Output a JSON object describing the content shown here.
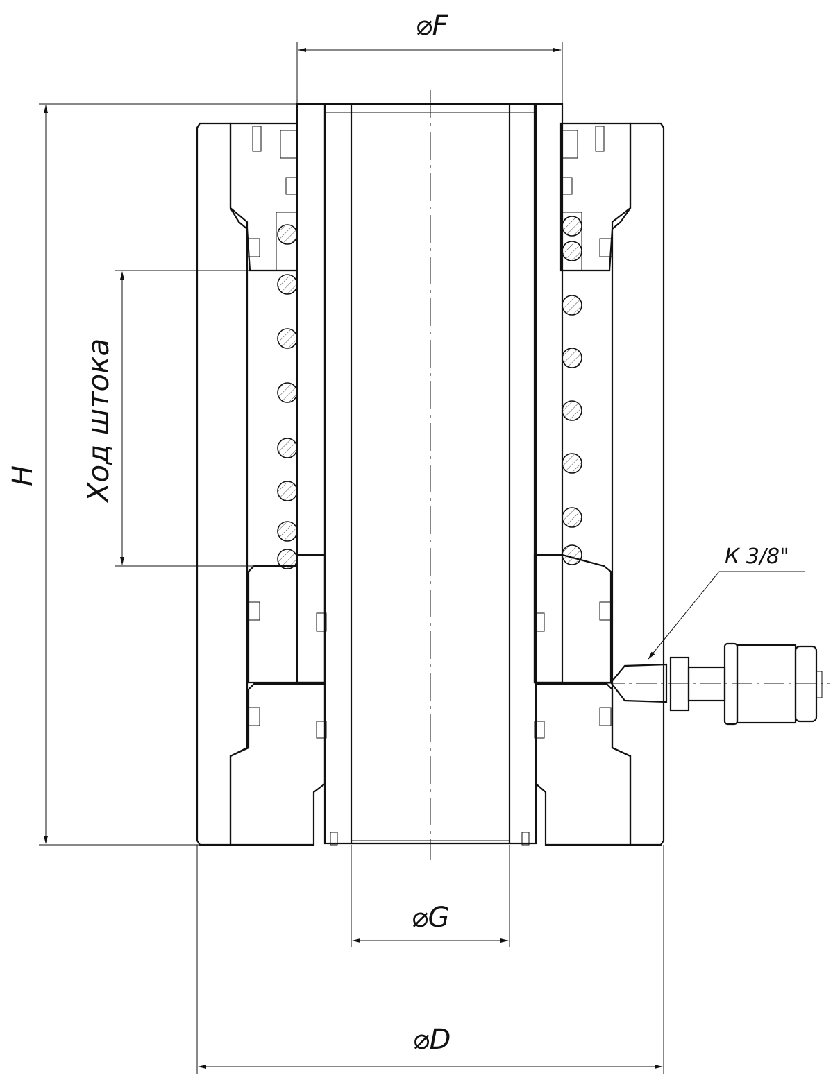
{
  "labels": {
    "dim_F": "⌀F",
    "dim_H": "H",
    "dim_stroke": "Ход штока",
    "dim_G": "⌀G",
    "dim_D": "⌀D",
    "port": "К 3/8\""
  },
  "colors": {
    "line": "#111111",
    "background": "#ffffff"
  }
}
